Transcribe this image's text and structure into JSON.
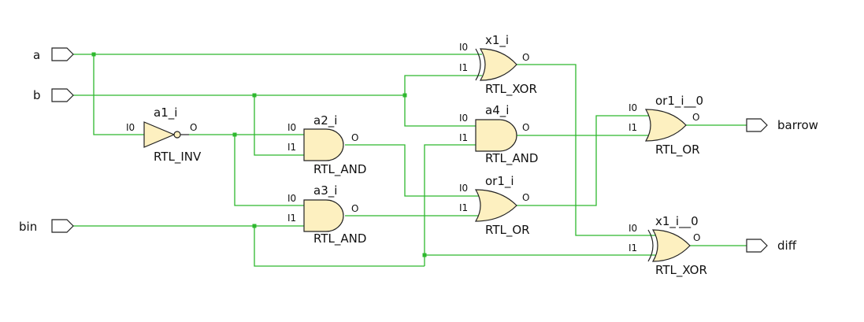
{
  "ports": {
    "a": "a",
    "b": "b",
    "bin": "bin",
    "barrow": "barrow",
    "diff": "diff"
  },
  "gates": {
    "a1_i": {
      "name": "a1_i",
      "type": "RTL_INV",
      "in0": "I0",
      "out": "O"
    },
    "a2_i": {
      "name": "a2_i",
      "type": "RTL_AND",
      "in0": "I0",
      "in1": "I1",
      "out": "O"
    },
    "a3_i": {
      "name": "a3_i",
      "type": "RTL_AND",
      "in0": "I0",
      "in1": "I1",
      "out": "O"
    },
    "x1_i": {
      "name": "x1_i",
      "type": "RTL_XOR",
      "in0": "I0",
      "in1": "I1",
      "out": "O"
    },
    "a4_i": {
      "name": "a4_i",
      "type": "RTL_AND",
      "in0": "I0",
      "in1": "I1",
      "out": "O"
    },
    "or1_i": {
      "name": "or1_i",
      "type": "RTL_OR",
      "in0": "I0",
      "in1": "I1",
      "out": "O"
    },
    "or1_i__0": {
      "name": "or1_i__0",
      "type": "RTL_OR",
      "in0": "I0",
      "in1": "I1",
      "out": "O"
    },
    "x1_i__0": {
      "name": "x1_i__0",
      "type": "RTL_XOR",
      "in0": "I0",
      "in1": "I1",
      "out": "O"
    }
  },
  "colors": {
    "wire": "#2eb82e",
    "gate_fill": "#fdf0c0",
    "outline": "#222222"
  }
}
